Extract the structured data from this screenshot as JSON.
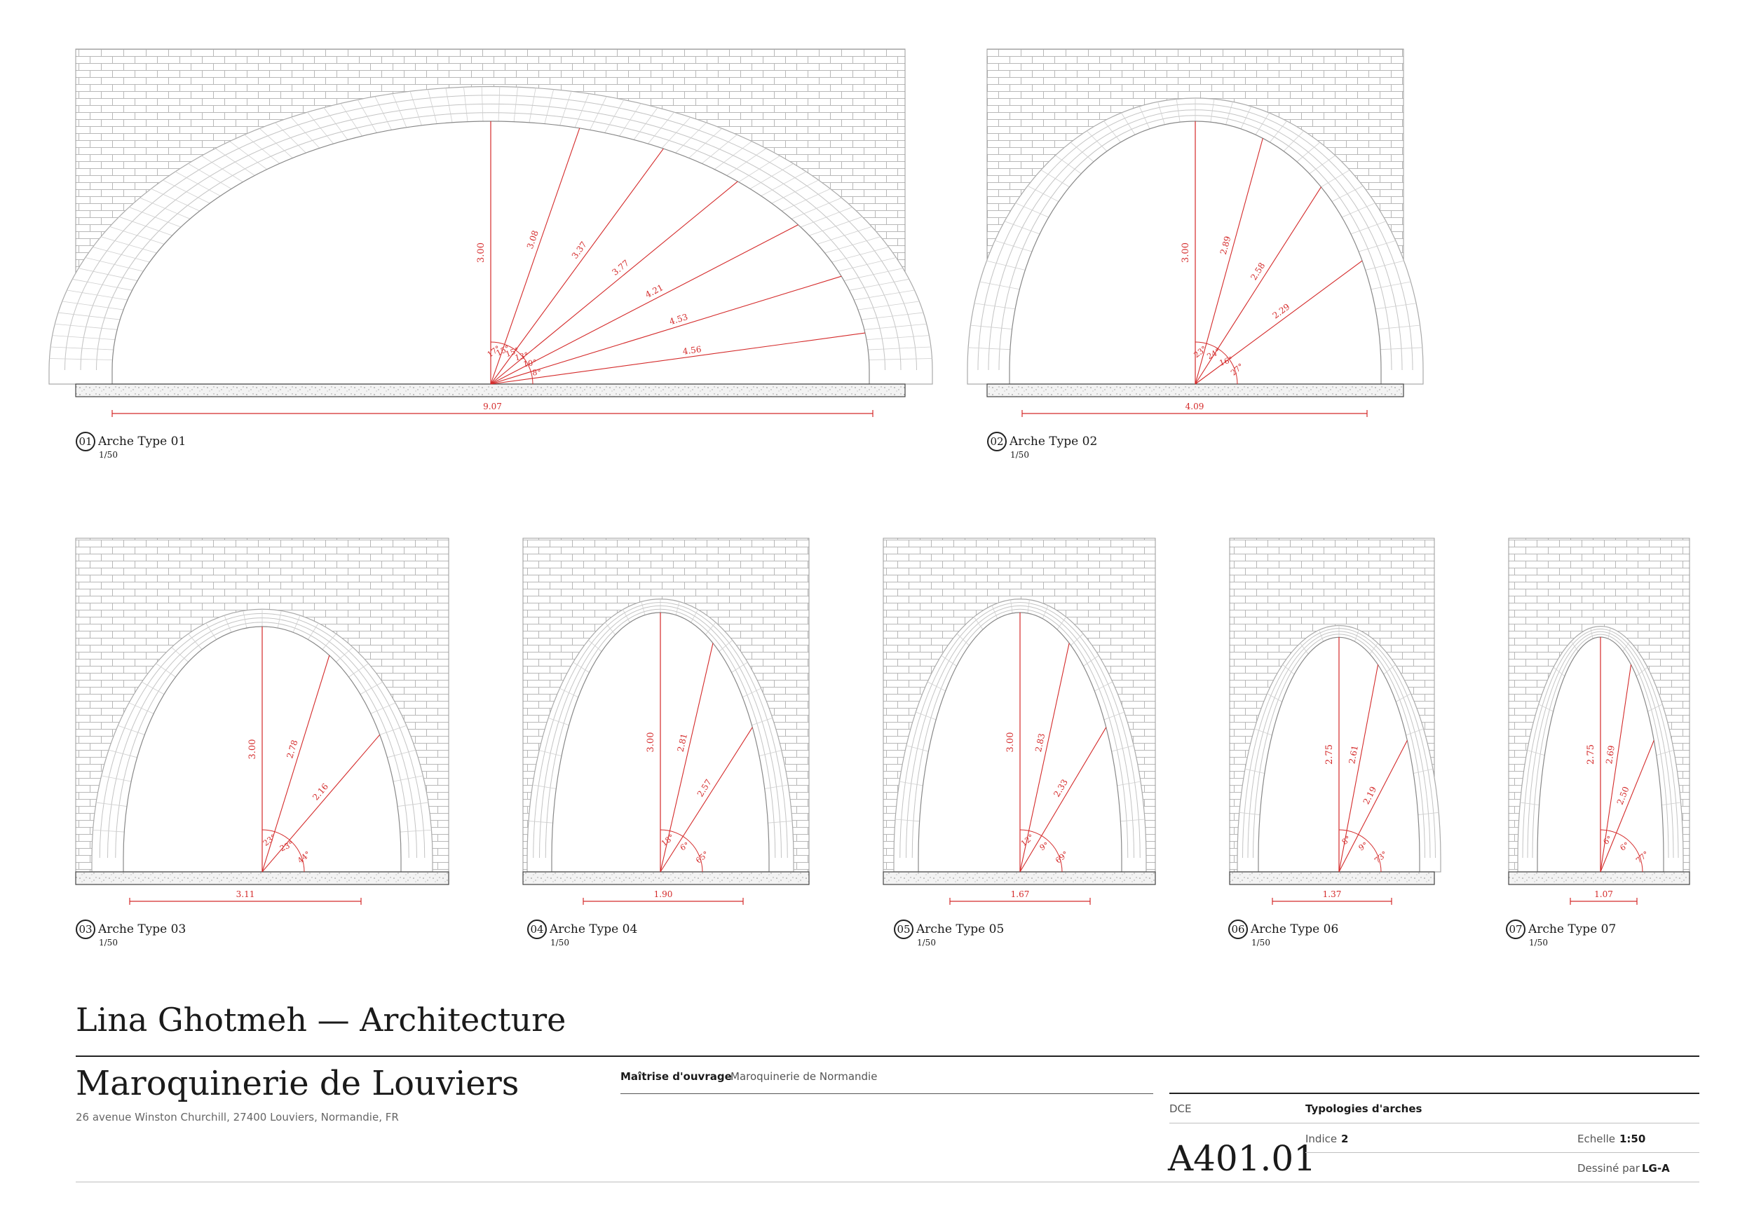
{
  "arches": [
    {
      "id": "01",
      "title": "Arche Type 01",
      "scale": "1/50",
      "span": "9.07",
      "height": "3.00",
      "rays": [
        {
          "a": "3.08",
          "ang": "17°"
        },
        {
          "a": "3.37",
          "ang": "15°"
        },
        {
          "a": "3.77",
          "ang": "15°"
        },
        {
          "a": "4.21",
          "ang": "13°"
        },
        {
          "a": "4.53",
          "ang": "10°"
        },
        {
          "a": "4.56",
          "ang": "8°"
        }
      ]
    },
    {
      "id": "02",
      "title": "Arche Type 02",
      "scale": "1/50",
      "span": "4.09",
      "height": "3.00",
      "rays": [
        {
          "a": "2.89",
          "ang": "23°"
        },
        {
          "a": "2.58",
          "ang": "24°"
        },
        {
          "a": "2.29",
          "ang": "16°"
        }
      ],
      "extra_angle": "27°"
    },
    {
      "id": "03",
      "title": "Arche Type 03",
      "scale": "1/50",
      "span": "3.11",
      "height": "3.00",
      "rays": [
        {
          "a": "2.78",
          "ang": "23°"
        },
        {
          "a": "2.16",
          "ang": "23°"
        }
      ],
      "extra_angle": "44°"
    },
    {
      "id": "04",
      "title": "Arche Type 04",
      "scale": "1/50",
      "span": "1.90",
      "height": "3.00",
      "rays": [
        {
          "a": "2.81",
          "ang": "18°"
        },
        {
          "a": "2.57",
          "ang": "6°"
        }
      ],
      "extra_angle": "65°"
    },
    {
      "id": "05",
      "title": "Arche Type 05",
      "scale": "1/50",
      "span": "1.67",
      "height": "3.00",
      "rays": [
        {
          "a": "2.83",
          "ang": "12°"
        },
        {
          "a": "2.33",
          "ang": "9°"
        }
      ],
      "extra_angle": "69°"
    },
    {
      "id": "06",
      "title": "Arche Type 06",
      "scale": "1/50",
      "span": "1.37",
      "height": "2.75",
      "rays": [
        {
          "a": "2.61",
          "ang": "8°"
        },
        {
          "a": "2.19",
          "ang": "9°"
        }
      ],
      "extra_angle": "73°"
    },
    {
      "id": "07",
      "title": "Arche Type 07",
      "scale": "1/50",
      "span": "1.07",
      "height": "2.75",
      "rays": [
        {
          "a": "2.69",
          "ang": "6°"
        },
        {
          "a": "2.50",
          "ang": "6°"
        }
      ],
      "extra_angle": "77°"
    }
  ],
  "titleblock": {
    "firm": "Lina Ghotmeh — Architecture",
    "project": "Maroquinerie de Louviers",
    "address": "26 avenue Winston Churchill, 27400 Louviers, Normandie, FR",
    "client_label": "Maîtrise d'ouvrage",
    "client": "Maroquinerie de Normandie",
    "phase": "DCE",
    "sheet_title": "Typologies d'arches",
    "sheet_number": "A401.01",
    "indice_label": "Indice",
    "indice": "2",
    "scale_label": "Echelle",
    "scale": "1:50",
    "drawn_label": "Dessiné par",
    "drawn": "LG-A"
  },
  "colors": {
    "dimension": "#d42a2a",
    "line": "#1a1a1a",
    "brick": "#b8b8b8"
  }
}
